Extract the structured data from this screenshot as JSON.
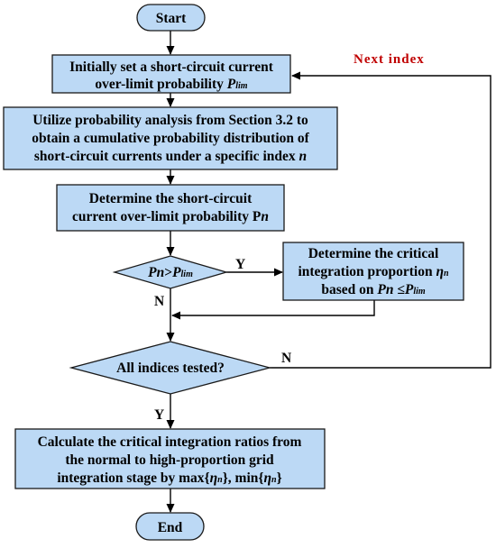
{
  "start": "Start",
  "end": "End",
  "next_index": "Next index",
  "step1": {
    "line1": "Initially set a short-circuit current",
    "line2": "over-limit probability",
    "var": "P",
    "sub": "lim"
  },
  "step2": {
    "line1": "Utilize probability analysis from Section 3.2 to",
    "line2": "obtain a cumulative probability distribution of",
    "line3": "short-circuit currents under a specific index",
    "var": "n"
  },
  "step3": {
    "line1": "Determine the short-circuit",
    "line2": "current over-limit probability",
    "var": "P",
    "sub": "n"
  },
  "decision1": {
    "lhs": "Pn",
    "op": ">",
    "rhs": "P",
    "rhs_sub": "lim"
  },
  "decision1_yes": "Y",
  "decision1_no": "N",
  "step4": {
    "line1": "Determine the critical",
    "line2": "integration proportion",
    "eta": "η",
    "eta_sub": "n",
    "line3_pre": "based on",
    "cond_lhs": "Pn",
    "cond_op": " ≤",
    "cond_rhs": "P",
    "cond_rhs_sub": "lim"
  },
  "decision2": "All indices tested?",
  "decision2_no": "N",
  "decision2_yes": "Y",
  "step5": {
    "line1": "Calculate the critical integration ratios from",
    "line2": "the normal to high-proportion grid",
    "line3_pre": "integration stage by",
    "max": "max{",
    "eta": "η",
    "eta_sub": "n",
    "close": "}",
    "sep": ", ",
    "min": "min{"
  }
}
